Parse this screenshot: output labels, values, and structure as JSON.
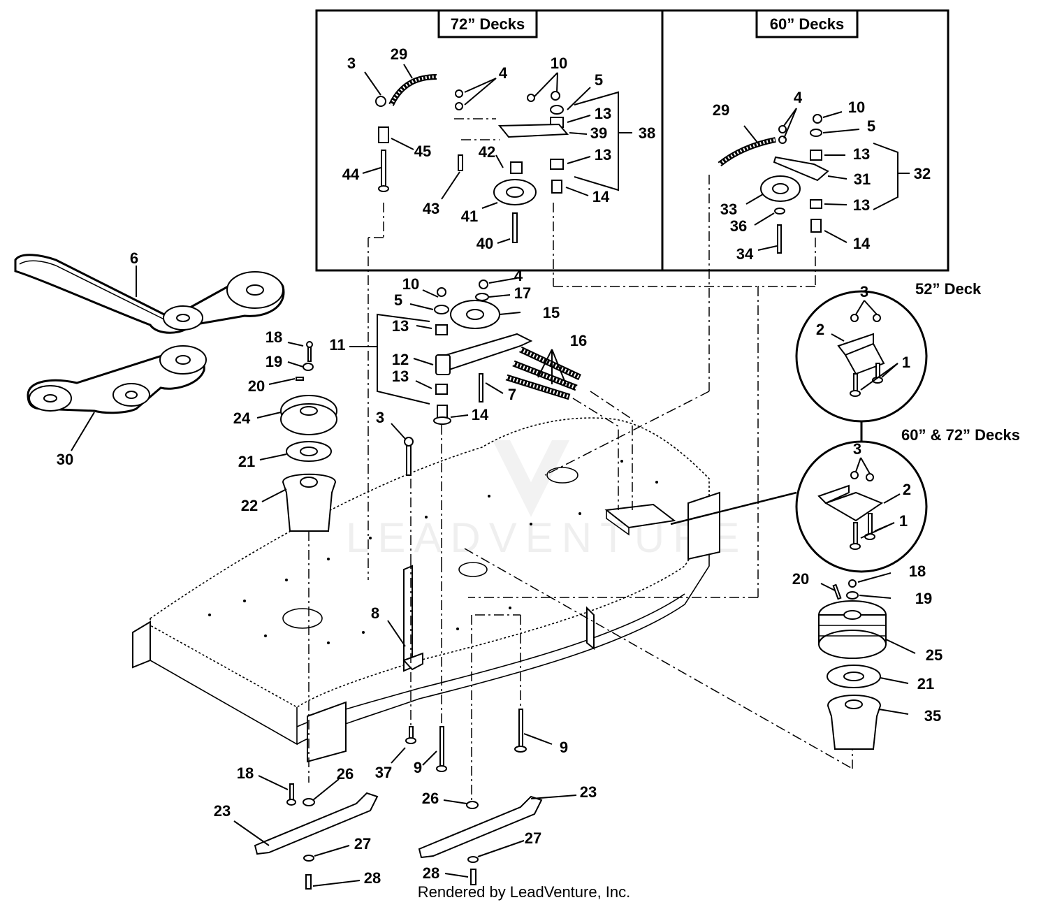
{
  "boxes": {
    "deck72": {
      "title": "72” Decks"
    },
    "deck60": {
      "title": "60” Decks"
    }
  },
  "callouts": {
    "deck52": "52” Deck",
    "deck60_72": "60” & 72” Decks"
  },
  "watermark": "LEADVENTURE",
  "credit": "Rendered by LeadVenture, Inc.",
  "labels": {
    "b72_3": "3",
    "b72_29": "29",
    "b72_4": "4",
    "b72_10": "10",
    "b72_5": "5",
    "b72_13a": "13",
    "b72_39": "39",
    "b72_38": "38",
    "b72_42": "42",
    "b72_13b": "13",
    "b72_45": "45",
    "b72_44": "44",
    "b72_43": "43",
    "b72_41": "41",
    "b72_14": "14",
    "b72_40": "40",
    "b60_29": "29",
    "b60_4": "4",
    "b60_10": "10",
    "b60_5": "5",
    "b60_13a": "13",
    "b60_31": "31",
    "b60_32": "32",
    "b60_33": "33",
    "b60_13b": "13",
    "b60_36": "36",
    "b60_34": "34",
    "b60_14": "14",
    "m_6": "6",
    "m_10": "10",
    "m_4": "4",
    "m_17": "17",
    "m_5": "5",
    "m_15": "15",
    "m_13a": "13",
    "m_18": "18",
    "m_11": "11",
    "m_16": "16",
    "m_19": "19",
    "m_12": "12",
    "m_20": "20",
    "m_13b": "13",
    "m_7": "7",
    "m_24": "24",
    "m_3": "3",
    "m_14": "14",
    "m_21": "21",
    "m_30": "30",
    "m_22": "22",
    "m_8": "8",
    "d52_3": "3",
    "d52_2": "2",
    "d52_1": "1",
    "d60_3": "3",
    "d60_2": "2",
    "d60_1": "1",
    "r_20": "20",
    "r_18": "18",
    "r_19": "19",
    "r_25": "25",
    "r_21": "21",
    "r_35": "35",
    "l_9a": "9",
    "l_37": "37",
    "l_9b": "9",
    "l_18": "18",
    "l_26a": "26",
    "l_23a": "23",
    "l_26b": "26",
    "l_23b": "23",
    "l_27a": "27",
    "l_27b": "27",
    "l_28a": "28",
    "l_28b": "28"
  }
}
